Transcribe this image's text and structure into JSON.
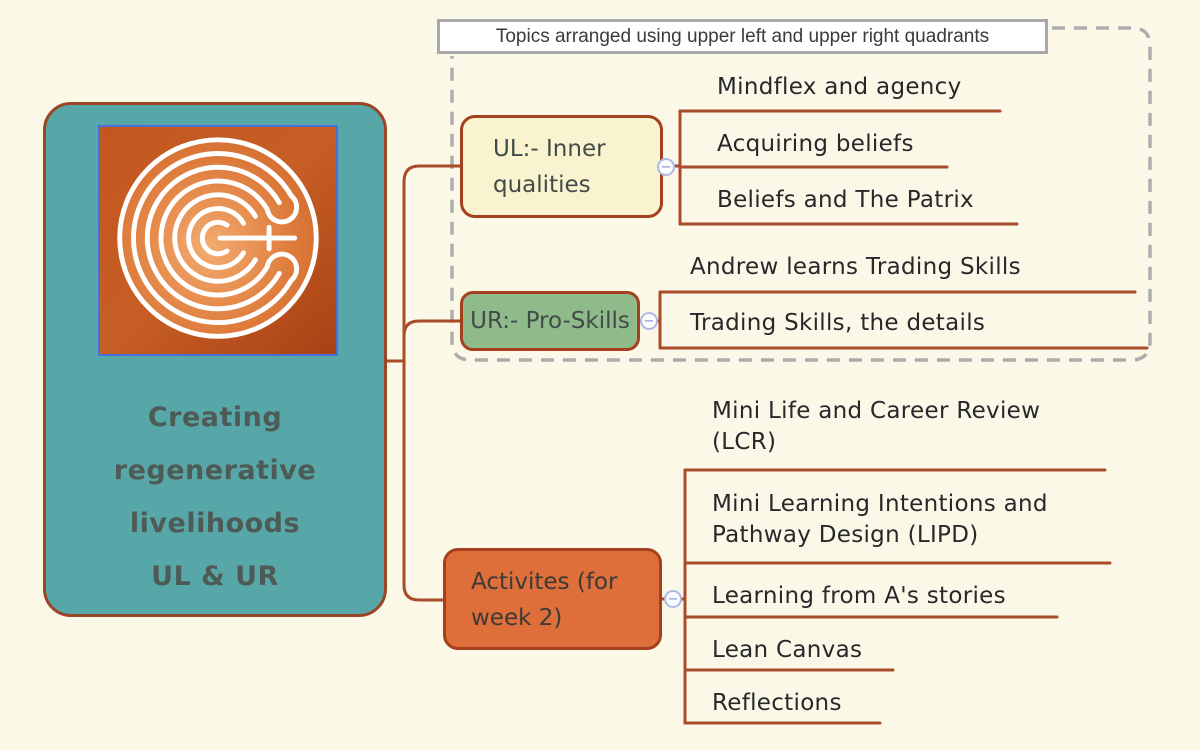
{
  "legend": {
    "text": "Topics arranged using upper left and upper right quadrants"
  },
  "root": {
    "title_lines": [
      "Creating",
      "regenerative",
      "livelihoods",
      "UL & UR"
    ],
    "logo": "labyrinth-logo"
  },
  "branches": [
    {
      "label": "UL:- Inner qualities",
      "children": [
        "Mindflex and agency",
        "Acquiring beliefs",
        "Beliefs and The Patrix"
      ]
    },
    {
      "label": "UR:- Pro-Skills",
      "children": [
        "Andrew learns Trading Skills",
        "Trading Skills, the details"
      ]
    },
    {
      "label": "Activites (for week 2)",
      "children": [
        "Mini Life and Career Review (LCR)",
        "Mini Learning Intentions and Pathway Design (LIPD)",
        "Learning from A's stories",
        "Lean Canvas",
        "Reflections"
      ]
    }
  ],
  "icons": {
    "collapse_minus": "−"
  },
  "colors": {
    "background": "#FBF8E7",
    "connector": "#A84C2A",
    "root_fill": "#58A7A8",
    "root_border": "#9A4526",
    "ul_fill": "#FAF3CF",
    "ur_fill": "#8FBB8B",
    "activities_fill": "#DE6E3A",
    "branch_border": "#A5401F",
    "boundary_dash": "#ADADAD",
    "collapse_ring": "#AEBAE6",
    "child_text": "#26282A"
  }
}
